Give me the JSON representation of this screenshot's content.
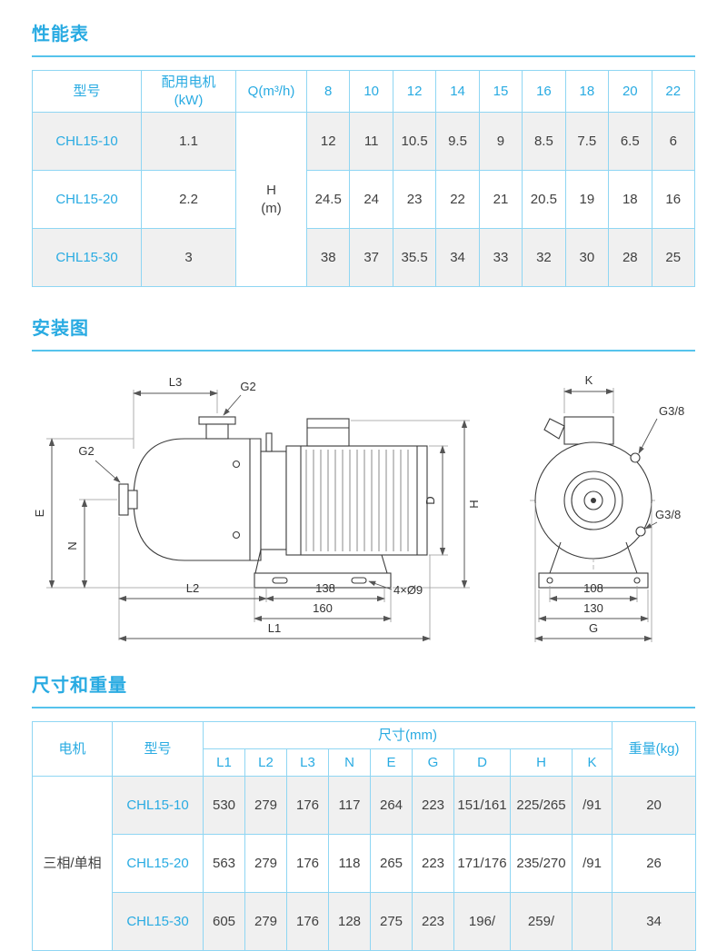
{
  "theme": {
    "accent": "#29abe2",
    "border": "#8fd6f3",
    "row_shade": "#f0f0f0",
    "text": "#404040"
  },
  "performance": {
    "title": "性能表",
    "table": {
      "model_header": "型号",
      "power_header": "配用电机\n(kW)",
      "flow_header": "Q(m³/h)",
      "flow_values": [
        "8",
        "10",
        "12",
        "14",
        "15",
        "16",
        "18",
        "20",
        "22"
      ],
      "head_unit": "H\n(m)",
      "rows": [
        {
          "model": "CHL15-10",
          "power": "1.1",
          "values": [
            "12",
            "11",
            "10.5",
            "9.5",
            "9",
            "8.5",
            "7.5",
            "6.5",
            "6"
          ]
        },
        {
          "model": "CHL15-20",
          "power": "2.2",
          "values": [
            "24.5",
            "24",
            "23",
            "22",
            "21",
            "20.5",
            "19",
            "18",
            "16"
          ]
        },
        {
          "model": "CHL15-30",
          "power": "3",
          "values": [
            "38",
            "37",
            "35.5",
            "34",
            "33",
            "32",
            "30",
            "28",
            "25"
          ]
        }
      ]
    }
  },
  "installation": {
    "title": "安装图",
    "side_view": {
      "l3": "L3",
      "g2_top": "G2",
      "g2_left": "G2",
      "e": "E",
      "n": "N",
      "l2": "L2",
      "dim138": "138",
      "dim160": "160",
      "l1": "L1",
      "holes": "4×Ø9",
      "d": "D",
      "h": "H"
    },
    "front_view": {
      "k": "K",
      "g38_top": "G3/8",
      "g38_side": "G3/8",
      "dim108": "108",
      "dim130": "130",
      "g": "G"
    }
  },
  "dimensions": {
    "title": "尺寸和重量",
    "table": {
      "motor_header": "电机",
      "model_header": "型号",
      "size_header": "尺寸(mm)",
      "weight_header": "重量(kg)",
      "dim_headers": [
        "L1",
        "L2",
        "L3",
        "N",
        "E",
        "G",
        "D",
        "H",
        "K"
      ],
      "motor_type": "三相/单相",
      "rows": [
        {
          "model": "CHL15-10",
          "values": [
            "530",
            "279",
            "176",
            "117",
            "264",
            "223",
            "151/161",
            "225/265",
            "/91"
          ],
          "weight": "20"
        },
        {
          "model": "CHL15-20",
          "values": [
            "563",
            "279",
            "176",
            "118",
            "265",
            "223",
            "171/176",
            "235/270",
            "/91"
          ],
          "weight": "26"
        },
        {
          "model": "CHL15-30",
          "values": [
            "605",
            "279",
            "176",
            "128",
            "275",
            "223",
            "196/",
            "259/",
            ""
          ],
          "weight": "34"
        }
      ]
    }
  }
}
